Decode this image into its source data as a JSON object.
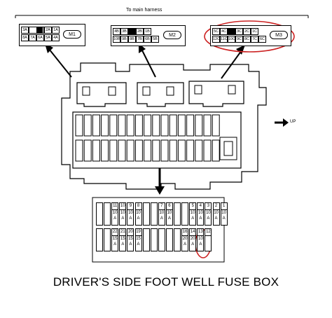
{
  "diagram": {
    "title": "DRIVER'S SIDE FOOT WELL FUSE BOX",
    "harness_label": "To main harness",
    "up_label": "UP",
    "connectors": [
      {
        "label": "M1",
        "top_pins": [
          "3A",
          "",
          "2A",
          "1A"
        ],
        "bottom_pins": [
          "8A",
          "7A",
          "6A",
          "5A",
          "4A"
        ]
      },
      {
        "label": "M2",
        "top_pins": [
          "4B",
          "3B",
          "",
          "2B",
          "1B"
        ],
        "bottom_pins": [
          "10B",
          "9B",
          "8B",
          "7B",
          "6B",
          "5B"
        ]
      },
      {
        "label": "M3",
        "top_pins": [
          "5C",
          "4C",
          "",
          "3C",
          "2C",
          "1C"
        ],
        "bottom_pins": [
          "12C",
          "11C",
          "10C",
          "9C",
          "8C",
          "7C",
          "6C"
        ]
      }
    ],
    "fuses_top": [
      {
        "num": "",
        "amps": ""
      },
      {
        "num": "",
        "amps": ""
      },
      {
        "num": "11",
        "amps": "10 A"
      },
      {
        "num": "10",
        "amps": "10 A"
      },
      {
        "num": "9",
        "amps": "10 A"
      },
      {
        "num": "8",
        "amps": "10 A"
      },
      {
        "num": "",
        "amps": ""
      },
      {
        "num": "",
        "amps": ""
      },
      {
        "num": "7",
        "amps": "10 A"
      },
      {
        "num": "6",
        "amps": "10 A"
      },
      {
        "num": "",
        "amps": ""
      },
      {
        "num": "",
        "amps": ""
      },
      {
        "num": "5",
        "amps": "10 A"
      },
      {
        "num": "4",
        "amps": "10 A"
      },
      {
        "num": "3",
        "amps": "10 A"
      },
      {
        "num": "2",
        "amps": "10 A"
      },
      {
        "num": "1",
        "amps": "10 A"
      }
    ],
    "fuses_bottom": [
      {
        "num": "",
        "amps": ""
      },
      {
        "num": "",
        "amps": ""
      },
      {
        "num": "22",
        "amps": "15 A"
      },
      {
        "num": "21",
        "amps": "15 A"
      },
      {
        "num": "20",
        "amps": "15 A"
      },
      {
        "num": "19",
        "amps": "15 A"
      },
      {
        "num": "",
        "amps": ""
      },
      {
        "num": "",
        "amps": ""
      },
      {
        "num": "",
        "amps": ""
      },
      {
        "num": "",
        "amps": ""
      },
      {
        "num": "",
        "amps": ""
      },
      {
        "num": "16",
        "amps": "20 A"
      },
      {
        "num": "14",
        "amps": "20 A"
      },
      {
        "num": "13",
        "amps": "10 A"
      },
      {
        "num": "12",
        "amps": ""
      }
    ],
    "highlight_color": "#cc2222"
  }
}
